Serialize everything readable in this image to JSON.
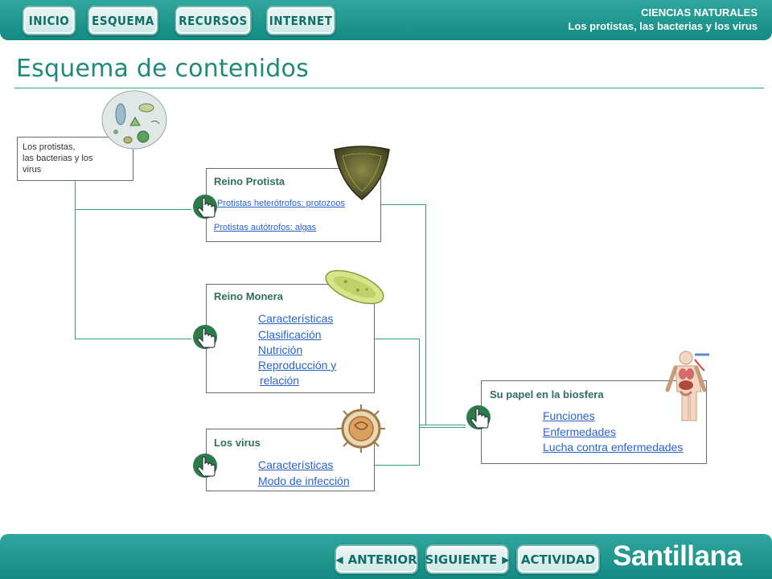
{
  "nav": {
    "inicio": "INICIO",
    "esquema": "ESQUEMA",
    "recursos": "RECURSOS",
    "internet": "INTERNET"
  },
  "header": {
    "subject": "CIENCIAS NATURALES",
    "unit": "Los protistas, las bacterias y los virus"
  },
  "page_title": "Esquema de contenidos",
  "root": {
    "line1": "Los protistas,",
    "line2": "las bacterias y los",
    "line3": "virus"
  },
  "protista": {
    "title": "Reino Protista",
    "links": [
      "Protistas heterótrofos: protozoos",
      " Protistas autótrofos: algas"
    ]
  },
  "monera": {
    "title": "Reino Monera",
    "links": [
      "Características",
      "Clasificación",
      "Nutrición",
      "Reproducción y ",
      "relación"
    ]
  },
  "virus": {
    "title": "Los virus",
    "links": [
      "Características",
      "Modo de infección"
    ]
  },
  "biosfera": {
    "title": "Su papel en la biosfera",
    "links": [
      "Funciones",
      "Enfermedades",
      "Lucha contra enfermedades"
    ]
  },
  "footer": {
    "anterior": "ANTERIOR",
    "siguiente": "SIGUIENTE",
    "actividad": "ACTIVIDAD",
    "brand": "Santillana"
  },
  "colors": {
    "bar": "#1a968e",
    "title": "#1e8a7a",
    "link": "#2a63c9",
    "hand_circle": "#2d7a4a"
  }
}
